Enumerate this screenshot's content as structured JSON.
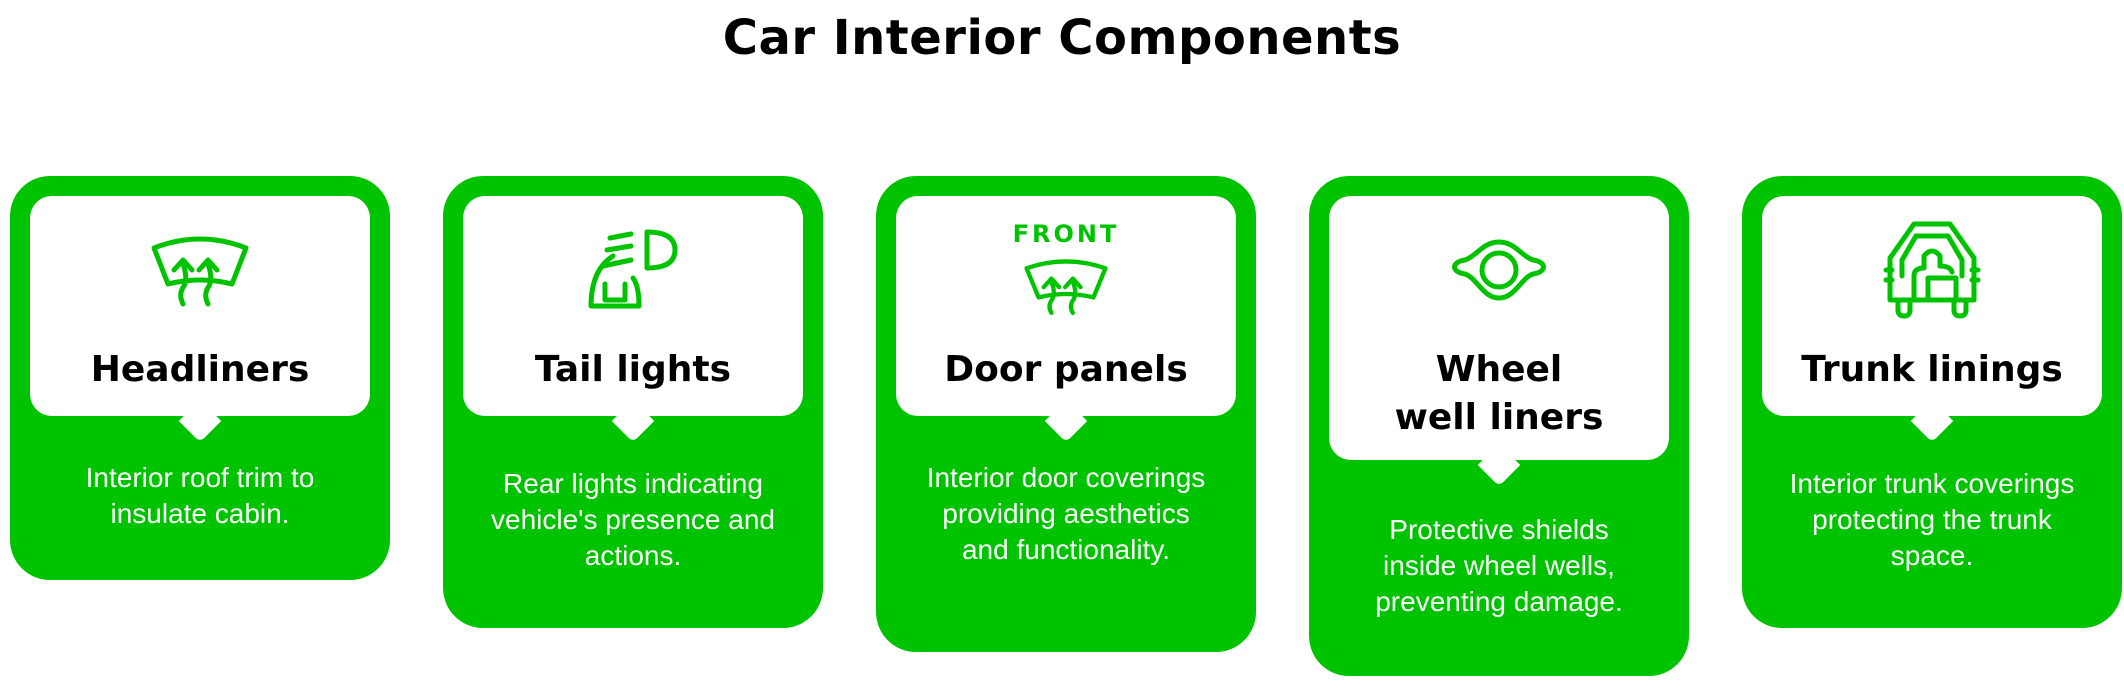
{
  "title": "Car Interior Components",
  "colors": {
    "accent": "#00c300",
    "card_head_bg": "#ffffff",
    "title_text": "#000000",
    "desc_text": "#ffffff"
  },
  "cards": [
    {
      "title": "Headliners",
      "description": "Interior roof trim to insulate cabin.",
      "icon": "windshield-defrost-icon"
    },
    {
      "title": "Tail lights",
      "description": "Rear lights indicating vehicle's presence and actions.",
      "icon": "tail-light-icon"
    },
    {
      "title": "Door panels",
      "description": "Interior door coverings providing aesthetics and functionality.",
      "icon": "front-defrost-icon",
      "icon_label": "FRONT"
    },
    {
      "title": "Wheel well liners",
      "description": "Protective shields inside wheel wells, preventing damage.",
      "icon": "wheel-well-icon"
    },
    {
      "title": "Trunk linings",
      "description": "Interior trunk coverings protecting the trunk space.",
      "icon": "trunk-icon"
    }
  ]
}
